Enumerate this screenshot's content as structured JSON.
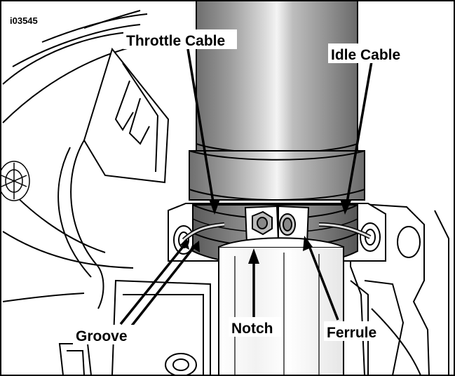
{
  "figure_id": "i03545",
  "callouts": {
    "throttle_cable": "Throttle Cable",
    "idle_cable": "Idle Cable",
    "groove": "Groove",
    "notch": "Notch",
    "ferrule": "Ferrule"
  }
}
